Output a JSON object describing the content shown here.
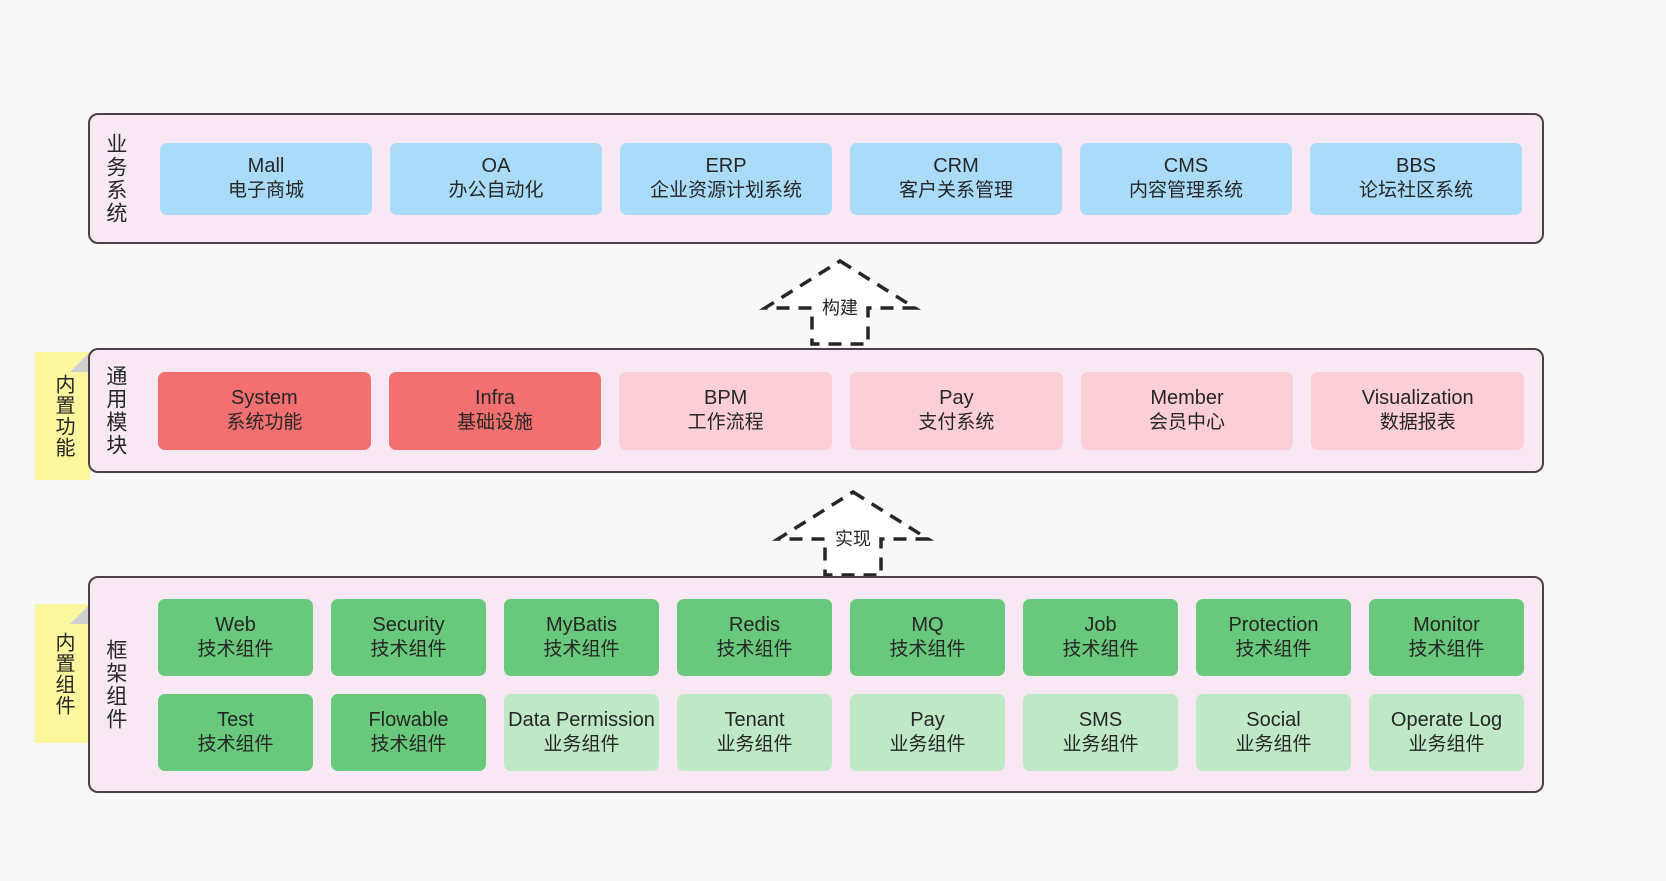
{
  "theme": {
    "page_bg": "#f8f8f8",
    "panel_bg": "#f7e8f3",
    "panel_border": "#4c4046",
    "business_card": "#aadcfa",
    "module_core_card": "#f2706f",
    "module_card": "#fccfd6",
    "tech_component_card": "#68c97c",
    "business_component_card": "#bfe8c6",
    "sticky_note": "#fbf79f",
    "sticky_fold": "#cfcfcf",
    "text": "#262626"
  },
  "layers": {
    "business": {
      "title": "业务系统",
      "cards": [
        {
          "en": "Mall",
          "cn": "电子商城"
        },
        {
          "en": "OA",
          "cn": "办公自动化"
        },
        {
          "en": "ERP",
          "cn": "企业资源计划系统"
        },
        {
          "en": "CRM",
          "cn": "客户关系管理"
        },
        {
          "en": "CMS",
          "cn": "内容管理系统"
        },
        {
          "en": "BBS",
          "cn": "论坛社区系统"
        }
      ]
    },
    "common": {
      "title": "通用模块",
      "sticky": "内置功能",
      "cards": [
        {
          "en": "System",
          "cn": "系统功能",
          "variant": "core"
        },
        {
          "en": "Infra",
          "cn": "基础设施",
          "variant": "core"
        },
        {
          "en": "BPM",
          "cn": "工作流程",
          "variant": "normal"
        },
        {
          "en": "Pay",
          "cn": "支付系统",
          "variant": "normal"
        },
        {
          "en": "Member",
          "cn": "会员中心",
          "variant": "normal"
        },
        {
          "en": "Visualization",
          "cn": "数据报表",
          "variant": "normal"
        }
      ]
    },
    "framework": {
      "title": "框架组件",
      "sticky": "内置组件",
      "row1": [
        {
          "en": "Web",
          "cn": "技术组件"
        },
        {
          "en": "Security",
          "cn": "技术组件"
        },
        {
          "en": "MyBatis",
          "cn": "技术组件"
        },
        {
          "en": "Redis",
          "cn": "技术组件"
        },
        {
          "en": "MQ",
          "cn": "技术组件"
        },
        {
          "en": "Job",
          "cn": "技术组件"
        },
        {
          "en": "Protection",
          "cn": "技术组件"
        },
        {
          "en": "Monitor",
          "cn": "技术组件"
        }
      ],
      "row2": [
        {
          "en": "Test",
          "cn": "技术组件",
          "variant": "tech"
        },
        {
          "en": "Flowable",
          "cn": "技术组件",
          "variant": "tech"
        },
        {
          "en": "Data Permission",
          "cn": "业务组件",
          "variant": "business"
        },
        {
          "en": "Tenant",
          "cn": "业务组件",
          "variant": "business"
        },
        {
          "en": "Pay",
          "cn": "业务组件",
          "variant": "business"
        },
        {
          "en": "SMS",
          "cn": "业务组件",
          "variant": "business"
        },
        {
          "en": "Social",
          "cn": "业务组件",
          "variant": "business"
        },
        {
          "en": "Operate Log",
          "cn": "业务组件",
          "variant": "business"
        }
      ]
    }
  },
  "connectors": [
    {
      "id": "build",
      "label": "构建"
    },
    {
      "id": "implement",
      "label": "实现"
    }
  ]
}
